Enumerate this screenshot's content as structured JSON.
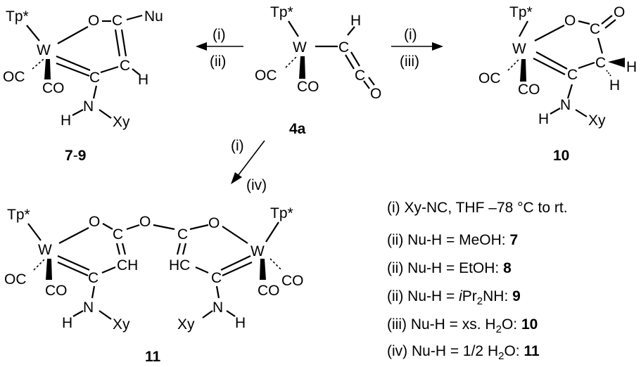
{
  "labels": {
    "tp": "Tp*",
    "w": "W",
    "o": "O",
    "c": "C",
    "h": "H",
    "n": "N",
    "xy": "Xy",
    "oc": "OC",
    "co": "CO",
    "nu": "Nu",
    "ch": "CH",
    "hc": "HC"
  },
  "compounds": {
    "c4a": "4a",
    "c79_a": "7",
    "c79_dash": "-",
    "c79_b": "9",
    "c10": "10",
    "c11": "11"
  },
  "arrows": {
    "left_top": "(i)",
    "left_bottom": "(ii)",
    "right_top": "(i)",
    "right_bottom": "(iii)",
    "down_top": "(i)",
    "down_bottom": "(iv)"
  },
  "conditions": [
    {
      "text": "(i) Xy-NC, THF –78 °C to rt."
    },
    {
      "text": "(ii) Nu-H = MeOH: ",
      "bold": "7"
    },
    {
      "text": "(ii) Nu-H = EtOH: ",
      "bold": "8"
    },
    {
      "pre": "(ii) Nu-H = ",
      "italic": "i",
      "mid": "Pr",
      "sub": "2",
      "post": "NH: ",
      "bold": "9"
    },
    {
      "pre": "(iii) Nu-H = xs. H",
      "sub": "2",
      "post": "O: ",
      "bold": "10"
    },
    {
      "pre": "(iv) Nu-H = 1/2 H",
      "sub": "2",
      "post": "O: ",
      "bold": "11"
    }
  ]
}
